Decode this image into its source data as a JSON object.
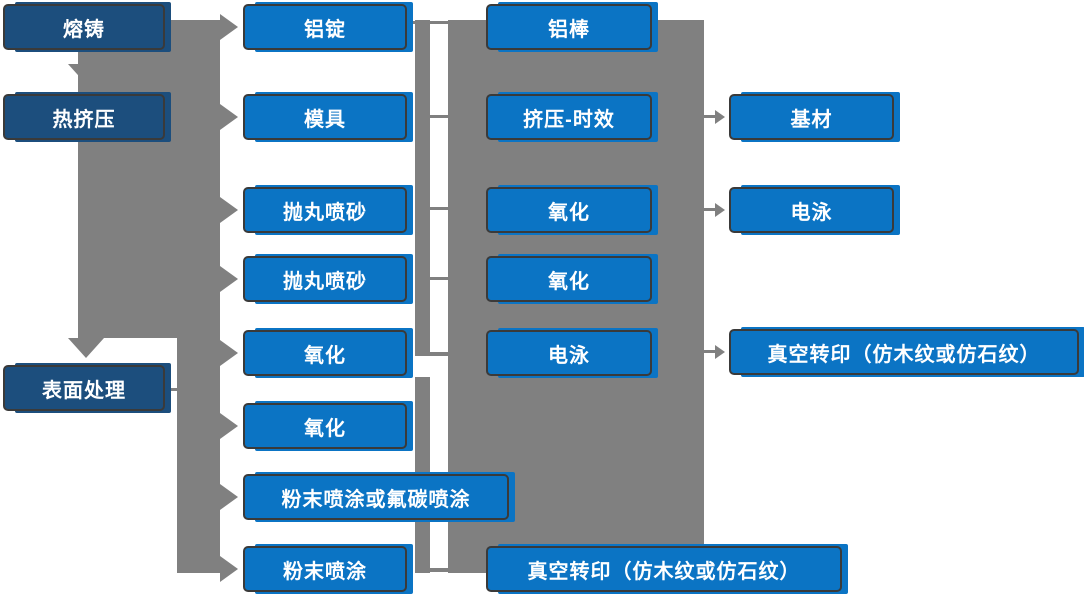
{
  "colors": {
    "node_blue": "#0B74C4",
    "node_navy": "#1C4E7D",
    "connector_gray": "#808080",
    "border_dark": "#3A3A3A",
    "text_white": "#FFFFFF"
  },
  "nodes": {
    "stages": [
      "熔铸",
      "热挤压",
      "表面处理"
    ],
    "col2": [
      "铝锭",
      "模具",
      "抛丸喷砂",
      "抛丸喷砂",
      "氧化",
      "氧化",
      "粉末喷涂或氟碳喷涂",
      "粉末喷涂"
    ],
    "col3": [
      "铝棒",
      "挤压-时效",
      "氧化",
      "氧化",
      "电泳",
      "真空转印（仿木纹或仿石纹）"
    ],
    "col4": [
      "基材",
      "电泳",
      "真空转印（仿木纹或仿石纹）"
    ]
  }
}
